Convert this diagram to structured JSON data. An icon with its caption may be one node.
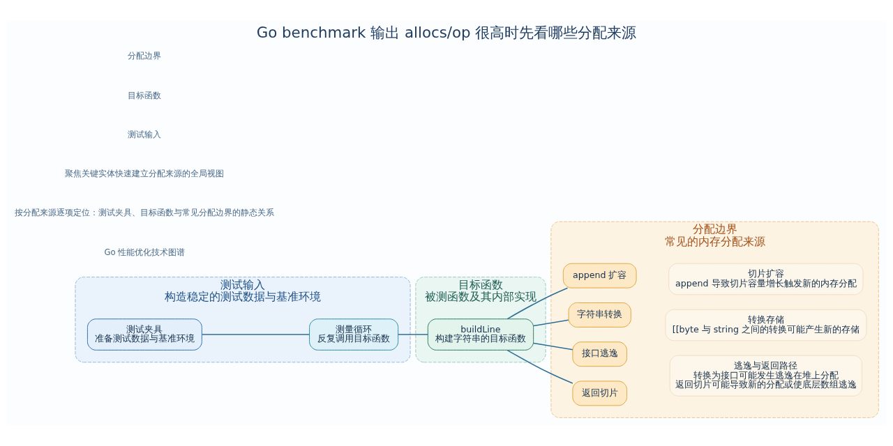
{
  "diagram": {
    "title": "Go benchmark 输出 allocs/op 很高时先看哪些分配来源",
    "nodes": [
      {
        "text": [
          "测试输入",
          "构造稳定的测试数据与基准环境"
        ]
      },
      {
        "text": [
          "目标函数",
          "被测函数及其内部实现"
        ]
      },
      {
        "text": [
          "分配边界",
          "常见的内存分配来源"
        ]
      },
      {
        "text": [
          "测试夹具",
          "准备测试数据与基准环境"
        ],
        "in": 0
      },
      {
        "text": [
          "测量循环",
          "反复调用目标函数"
        ],
        "in": 0
      },
      {
        "text": [
          "buildLine",
          "构建字符串的目标函数"
        ],
        "in": 1
      },
      {
        "text": [
          "append 扩容"
        ],
        "in": 2
      },
      {
        "text": [
          "字符串转换"
        ],
        "in": 2
      },
      {
        "text": [
          "接口逃逸"
        ],
        "in": 2
      },
      {
        "text": [
          "返回切片"
        ],
        "in": 2
      },
      {
        "text": [
          "切片扩容",
          "append 导致切片容量增长触发新的内存分配"
        ],
        "in": 2
      },
      {
        "text": [
          "转换存储",
          "[[byte 与 string 之间的转换可能产生新的存储"
        ],
        "in": 2
      },
      {
        "text": [
          "逃逸与返回路径",
          "转换为接口可能发生逃逸在堆上分配",
          "返回切片可能导致新的分配或使底层数组逃逸"
        ],
        "in": 2
      }
    ],
    "edges": [
      {
        "from": 3,
        "to": 4,
        "arrow": "none"
      },
      {
        "from": 4,
        "to": 5,
        "arrow": "none"
      },
      {
        "from": 5,
        "to": 6,
        "arrow": "none"
      },
      {
        "from": 5,
        "to": 7,
        "arrow": "none"
      },
      {
        "from": 5,
        "to": 8,
        "arrow": "none"
      },
      {
        "from": 5,
        "to": 9,
        "arrow": "none"
      }
    ],
    "labels": [
      "Go 性能优化技术图谱",
      "按分配来源逐项定位：测试夹具、目标函数与常见分配边界的静态关系",
      "聚焦关键实体快速建立分配来源的全局视图",
      "测试输入",
      "目标函数",
      "分配边界"
    ]
  }
}
